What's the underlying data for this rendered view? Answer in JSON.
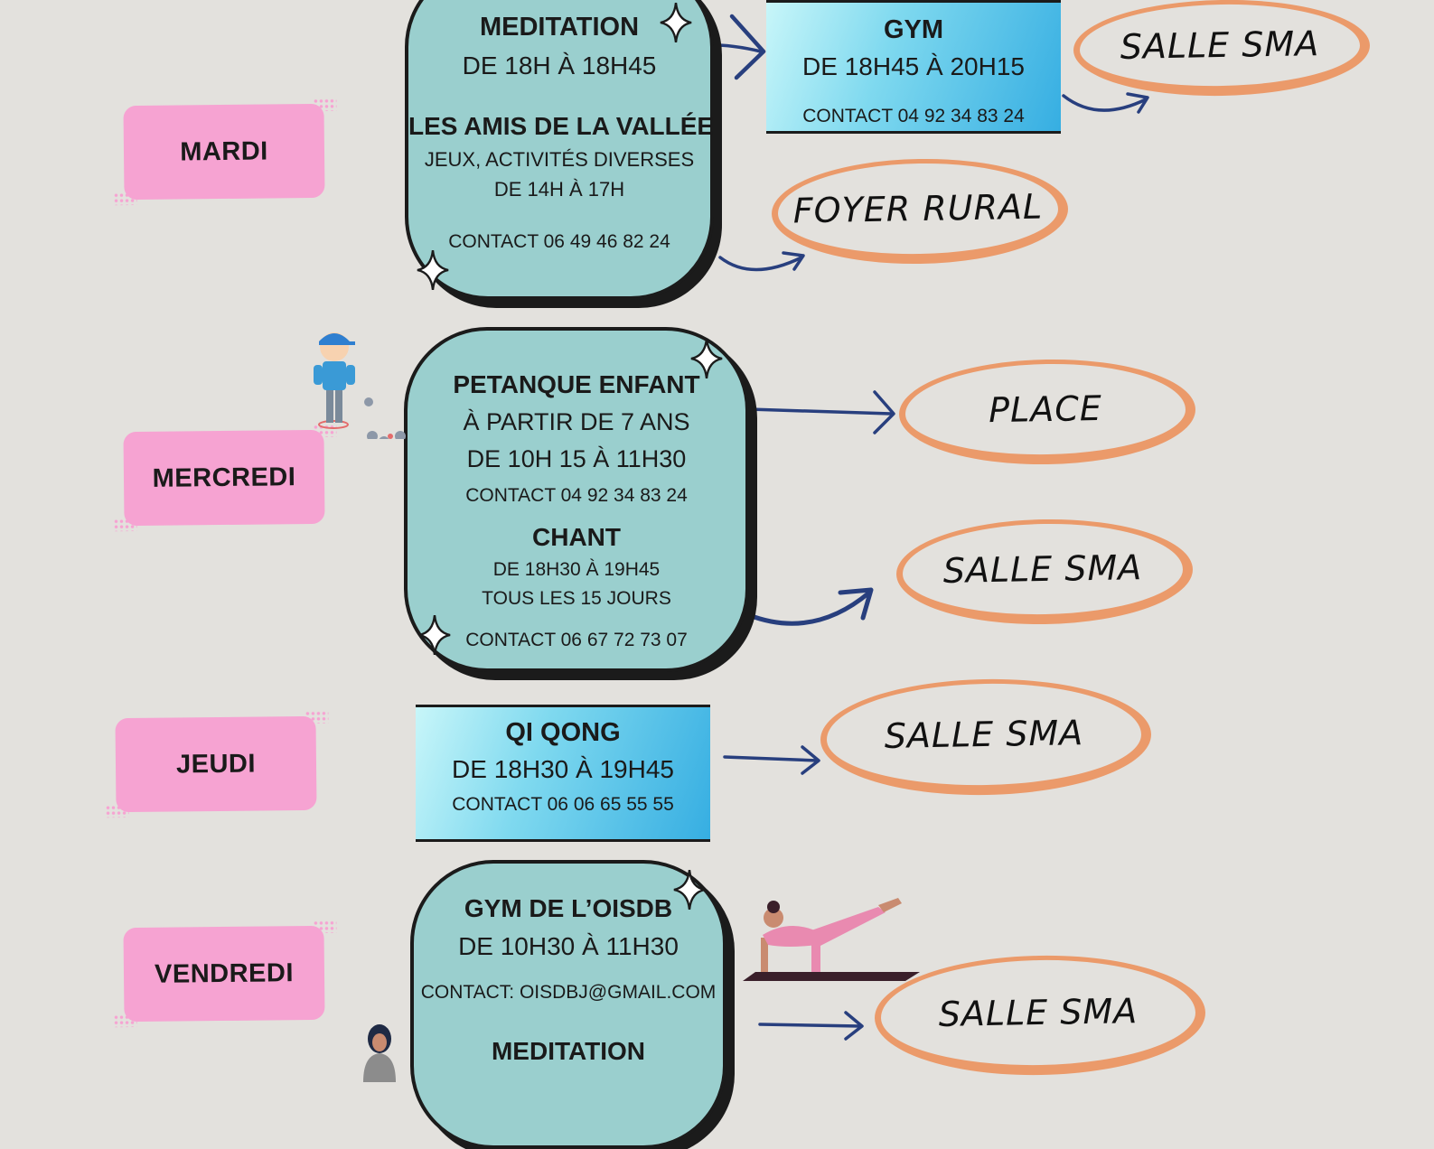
{
  "days": {
    "mardi": "MARDI",
    "mercredi": "MERCREDI",
    "jeudi": "JEUDI",
    "vendredi": "VENDREDI"
  },
  "mardi_card": {
    "meditation_title": "MEDITATION",
    "meditation_time": "DE 18H À 18H45",
    "amis_title": "LES AMIS DE LA VALLÉE",
    "amis_desc": "JEUX, ACTIVITÉS DIVERSES",
    "amis_time": "DE 14H À 17H",
    "amis_contact": "CONTACT 06 49 46 82 24"
  },
  "gym_box": {
    "title": "GYM",
    "time": "DE 18H45 À 20H15",
    "contact": "CONTACT 04 92 34 83 24"
  },
  "mercredi_card": {
    "petanque_title": "PETANQUE ENFANT",
    "petanque_age": "À PARTIR DE 7 ANS",
    "petanque_time": "DE 10H 15 À 11H30",
    "petanque_contact": "CONTACT 04 92 34 83 24",
    "chant_title": "CHANT",
    "chant_time": "DE 18H30 À 19H45",
    "chant_freq": "TOUS LES 15 JOURS",
    "chant_contact": "CONTACT 06 67 72 73 07"
  },
  "qiqong_box": {
    "title": "QI QONG",
    "time": "DE 18H30 À 19H45",
    "contact": "CONTACT 06 06 65 55 55"
  },
  "vendredi_card": {
    "gym_title": "GYM DE L’OISDB",
    "gym_time": "DE 10H30 À 11H30",
    "gym_contact": "CONTACT: OISDBJ@GMAIL.COM",
    "meditation_title": "MEDITATION"
  },
  "places": {
    "salle_sma_1": "SALLE SMA",
    "foyer_rural": "FOYER RURAL",
    "place": "PLACE",
    "salle_sma_2": "SALLE SMA",
    "salle_sma_3": "SALLE SMA",
    "salle_sma_4": "SALLE SMA"
  },
  "colors": {
    "day_pink": "#f6a3d2",
    "card_teal": "#9acfce",
    "oval_orange": "#eb9a6a",
    "arrow_navy": "#283f7e",
    "background": "#e3e1dd"
  }
}
